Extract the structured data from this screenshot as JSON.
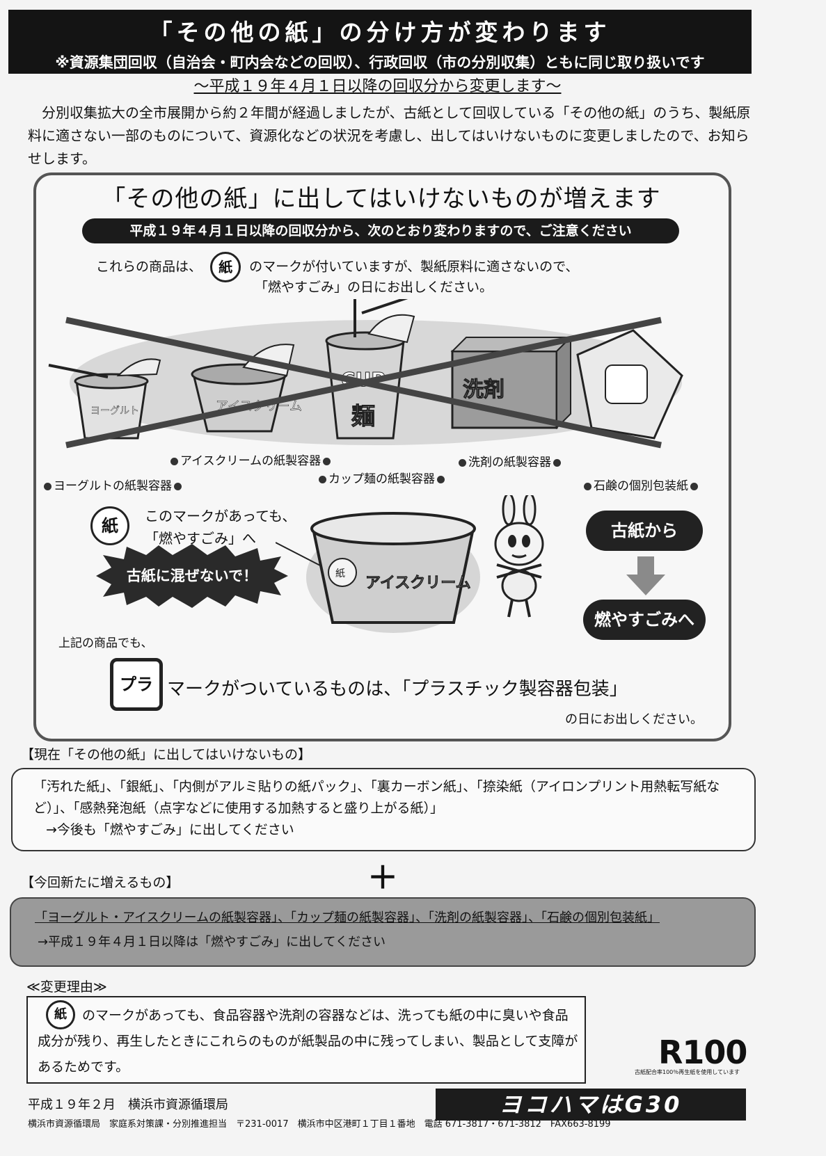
{
  "header": {
    "title": "「その他の紙」の分け方が変わります",
    "subtitle": "※資源集団回収（自治会・町内会などの回収）、行政回収（市の分別収集）ともに同じ取り扱いです"
  },
  "change_date": "～平成１９年４月１日以降の回収分から変更します～",
  "intro": "分別収集拡大の全市展開から約２年間が経過しましたが、古紙として回収している「その他の紙」のうち、製紙原料に適さない一部のものについて、資源化などの状況を考慮し、出してはいけないものに変更しましたので、お知らせします。",
  "box": {
    "heading": "「その他の紙」に出してはいけないものが増えます",
    "notice": "平成１９年４月１日以降の回収分から、次のとおり変わりますので、ご注意ください",
    "line1_before": "これらの商品は、",
    "line1_after": "のマークが付いていますが、製紙原料に適さないので、",
    "line2": "「燃やすごみ」の日にお出しください。",
    "kami_mark": "紙",
    "illus_labels": {
      "yogurt_text": "ヨーグルト",
      "ice_text": "アイスクリーム",
      "cup_text1": "CUP",
      "cup_text2": "麺",
      "detergent_text": "洗剤"
    },
    "items": [
      "ヨーグルトの紙製容器",
      "アイスクリームの紙製容器",
      "カップ麺の紙製容器",
      "洗剤の紙製容器",
      "石鹸の個別包装紙"
    ],
    "mark_note1": "このマークがあっても、",
    "mark_note2": "「燃やすごみ」へ",
    "burst_text": "古紙に混ぜないで！",
    "cup_label": "アイスクリーム",
    "flow_from": "古紙から",
    "flow_to": "燃やすごみへ",
    "above_note": "上記の商品でも、",
    "pla_mark": "プラ",
    "pla_text": "マークがついているものは、「プラスチック製容器包装」",
    "pla_day": "の日にお出しください。"
  },
  "current": {
    "title": "【現在「その他の紙」に出してはいけないもの】",
    "text": "「汚れた紙」、「銀紙」、「内側がアルミ貼りの紙パック」、「裏カーボン紙」、「捺染紙（アイロンプリント用熱転写紙など）」、「感熱発泡紙（点字などに使用する加熱すると盛り上がる紙）」",
    "action": "→今後も「燃やすごみ」に出してください"
  },
  "plus": "＋",
  "new_items": {
    "title": "【今回新たに増えるもの】",
    "text": "「ヨーグルト・アイスクリームの紙製容器」、「カップ麺の紙製容器」、「洗剤の紙製容器」、「石鹸の個別包装紙」",
    "action": "→平成１９年４月１日以降は「燃やすごみ」に出してください"
  },
  "reason": {
    "title": "≪変更理由≫",
    "text": "のマークがあっても、食品容器や洗剤の容器などは、洗っても紙の中に臭いや食品成分が残り、再生したときにこれらのものが紙製品の中に残ってしまい、製品として支障があるためです。"
  },
  "r100": {
    "mark": "R100",
    "caption": "古紙配合率100％再生紙を使用しています"
  },
  "footer": {
    "date_org": "平成１９年２月　横浜市資源循環局",
    "contact": "横浜市資源循環局　家庭系対策課・分別推進担当　〒231-0017　横浜市中区港町１丁目１番地　電話 671-3817・671-3812　FAX663-8199",
    "logo": "ヨコハマはG30"
  }
}
